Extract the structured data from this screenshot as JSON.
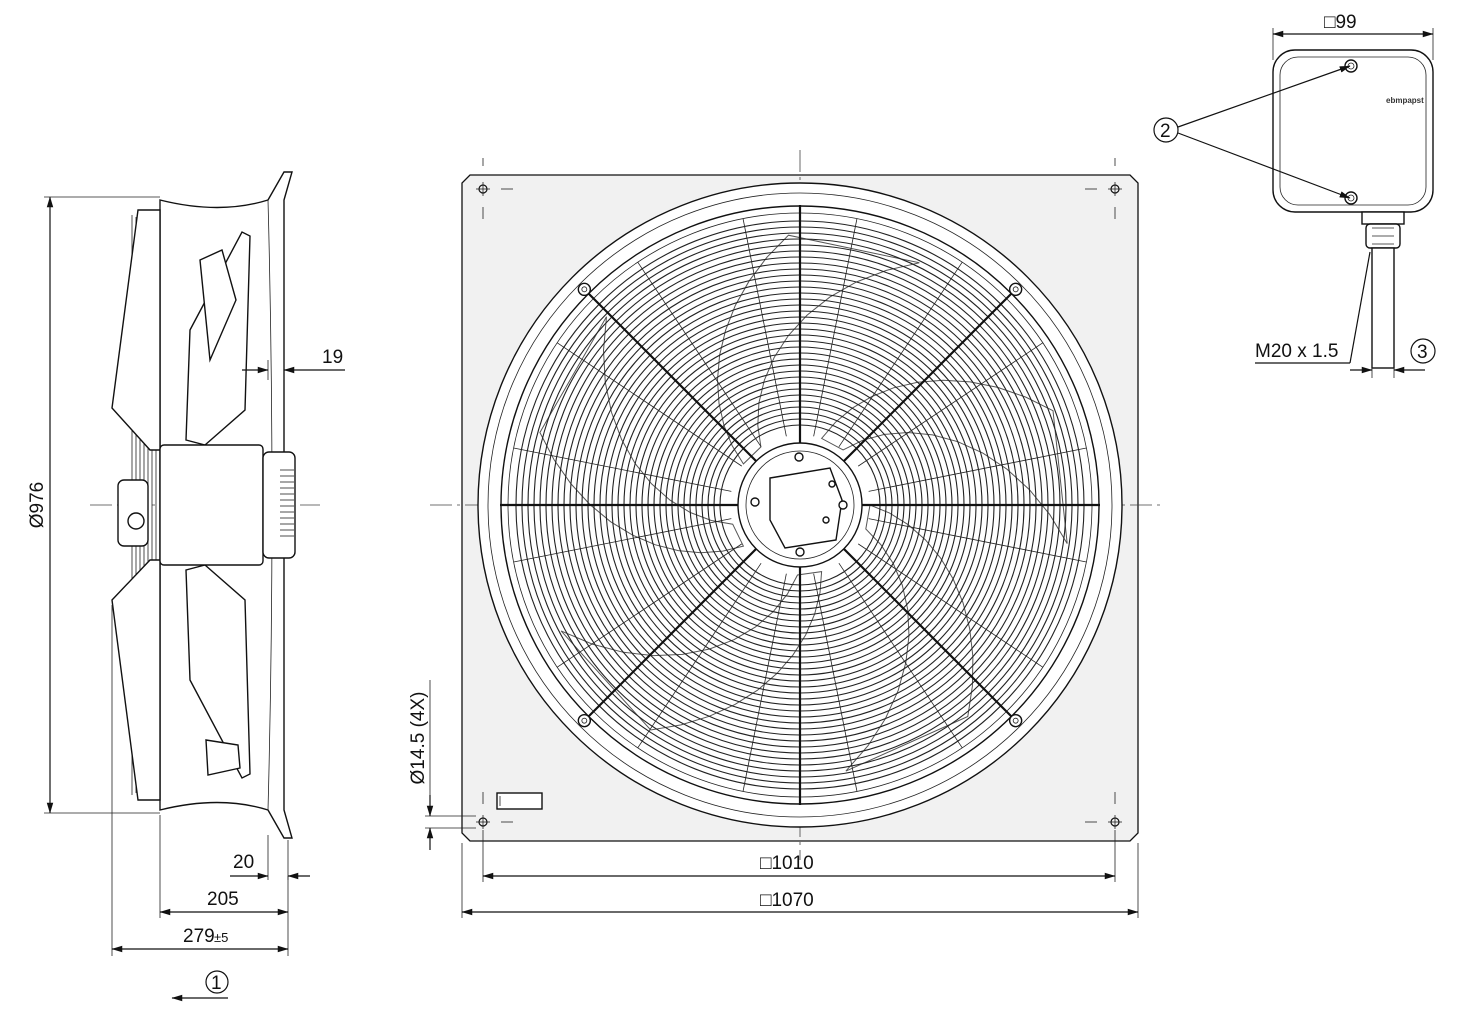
{
  "diagram": {
    "dimensions": {
      "fan_diameter": "Ø976",
      "guard_offset": "19",
      "flange_depth": "20",
      "housing_depth": "205",
      "overall_depth": "279",
      "overall_depth_tolerance": "±5",
      "bolt_square": "□1010",
      "plate_square": "□1070",
      "mounting_holes": "Ø14.5 (4X)",
      "terminal_box_size": "□99",
      "cable_gland": "M20 x 1.5"
    },
    "callouts": [
      "1",
      "2",
      "3"
    ],
    "logo_text": "ebmpapst",
    "icons": {
      "airflow_direction": "arrow-left-icon",
      "mounting_hole": "crosshair-circle-icon",
      "screw": "screw-head-icon"
    },
    "colors": {
      "line": "#111111",
      "plate_fill": "#f1f1f1",
      "background": "#ffffff"
    }
  }
}
